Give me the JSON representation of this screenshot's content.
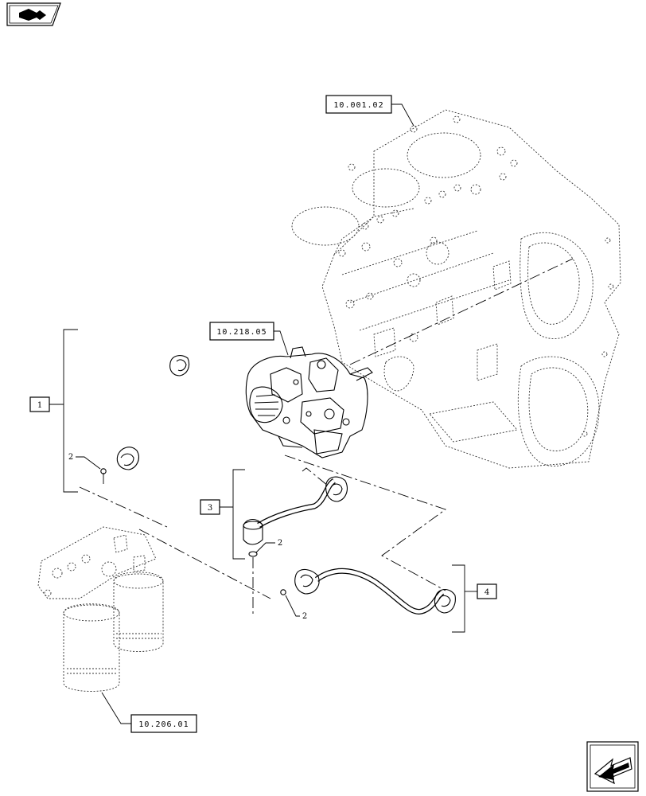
{
  "references": {
    "engine_block": "10.001.02",
    "injection_pump": "10.218.05",
    "fuel_filter": "10.206.01"
  },
  "items": {
    "pipe_1": "1",
    "washer_2a": "2",
    "washer_2b": "2",
    "washer_2c": "2",
    "pipe_3": "3",
    "pipe_4": "4"
  },
  "icons": {
    "top_left": "book-arrow-icon",
    "bottom_right": "next-page-arrow-icon"
  }
}
